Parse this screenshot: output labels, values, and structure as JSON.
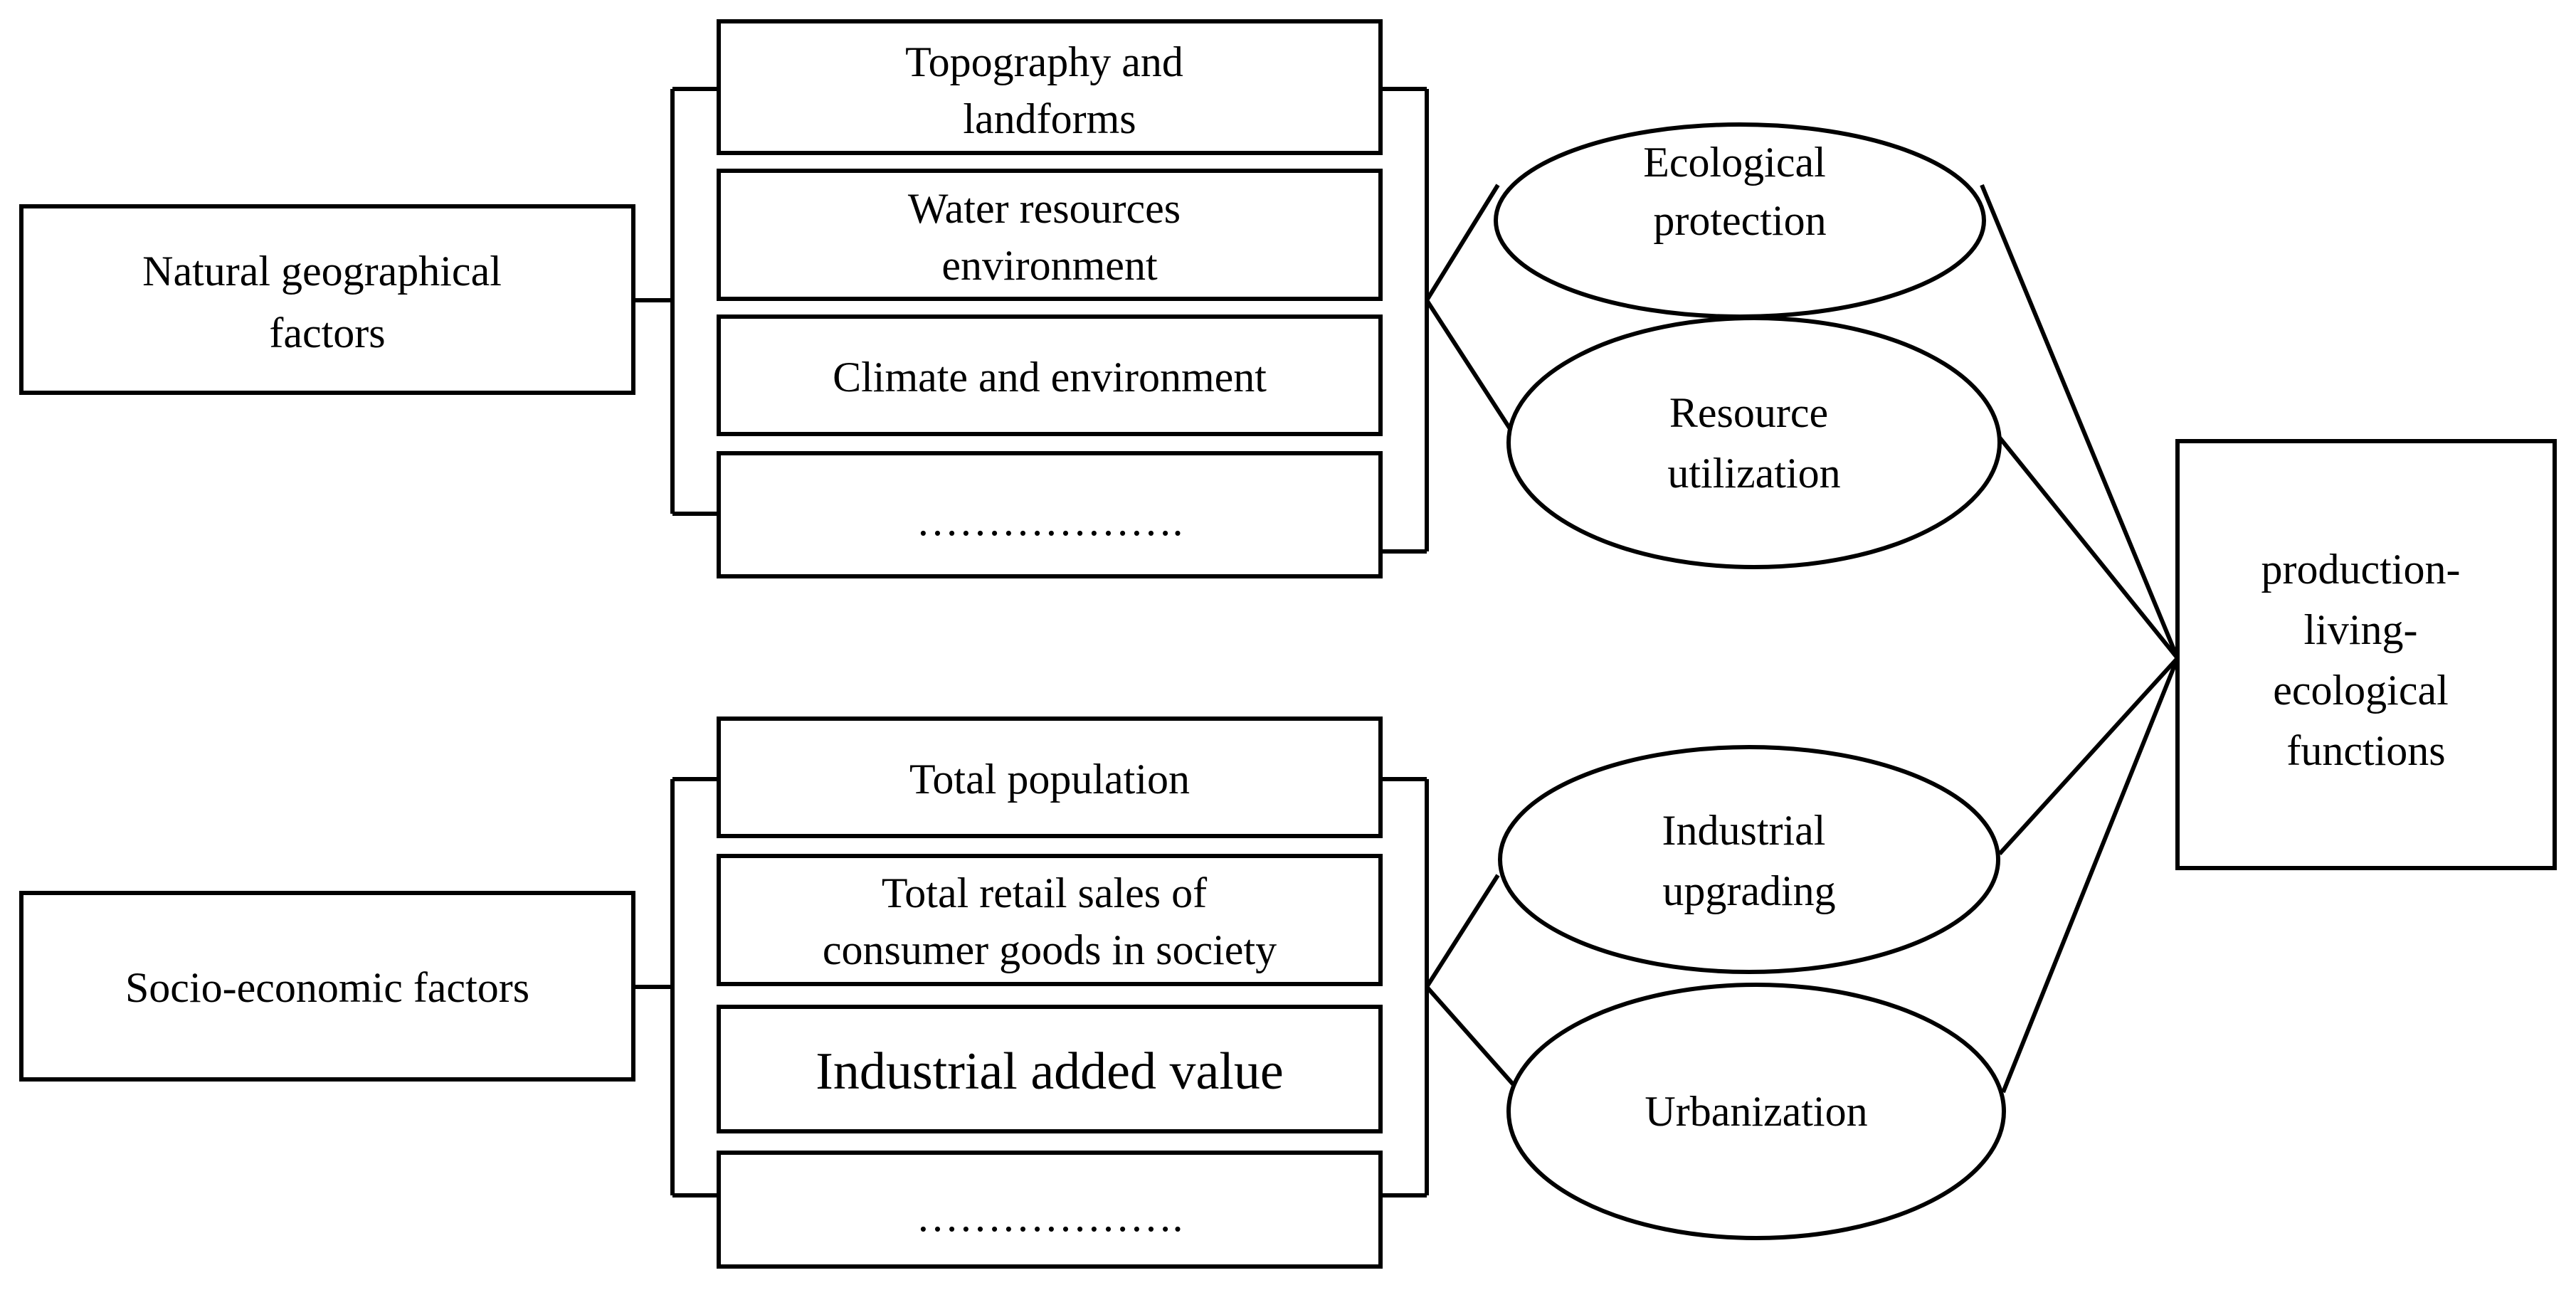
{
  "factor_groups": [
    {
      "title": [
        "Natural geographical",
        "factors"
      ],
      "items": [
        [
          "Topography and",
          "landforms"
        ],
        [
          "Water resources",
          "environment"
        ],
        [
          "Climate and environment"
        ],
        [
          "………………."
        ]
      ]
    },
    {
      "title": [
        "Socio-economic factors"
      ],
      "items": [
        [
          "Total population"
        ],
        [
          "Total retail sales of",
          "consumer goods in society"
        ],
        [
          "Industrial added value"
        ],
        [
          "………………."
        ]
      ]
    }
  ],
  "mediators": [
    [
      "Ecological",
      "protection"
    ],
    [
      "Resource",
      "utilization"
    ],
    [
      "Industrial",
      "upgrading"
    ],
    [
      "Urbanization"
    ]
  ],
  "outcome": [
    "production-",
    "living-",
    "ecological",
    "functions"
  ]
}
